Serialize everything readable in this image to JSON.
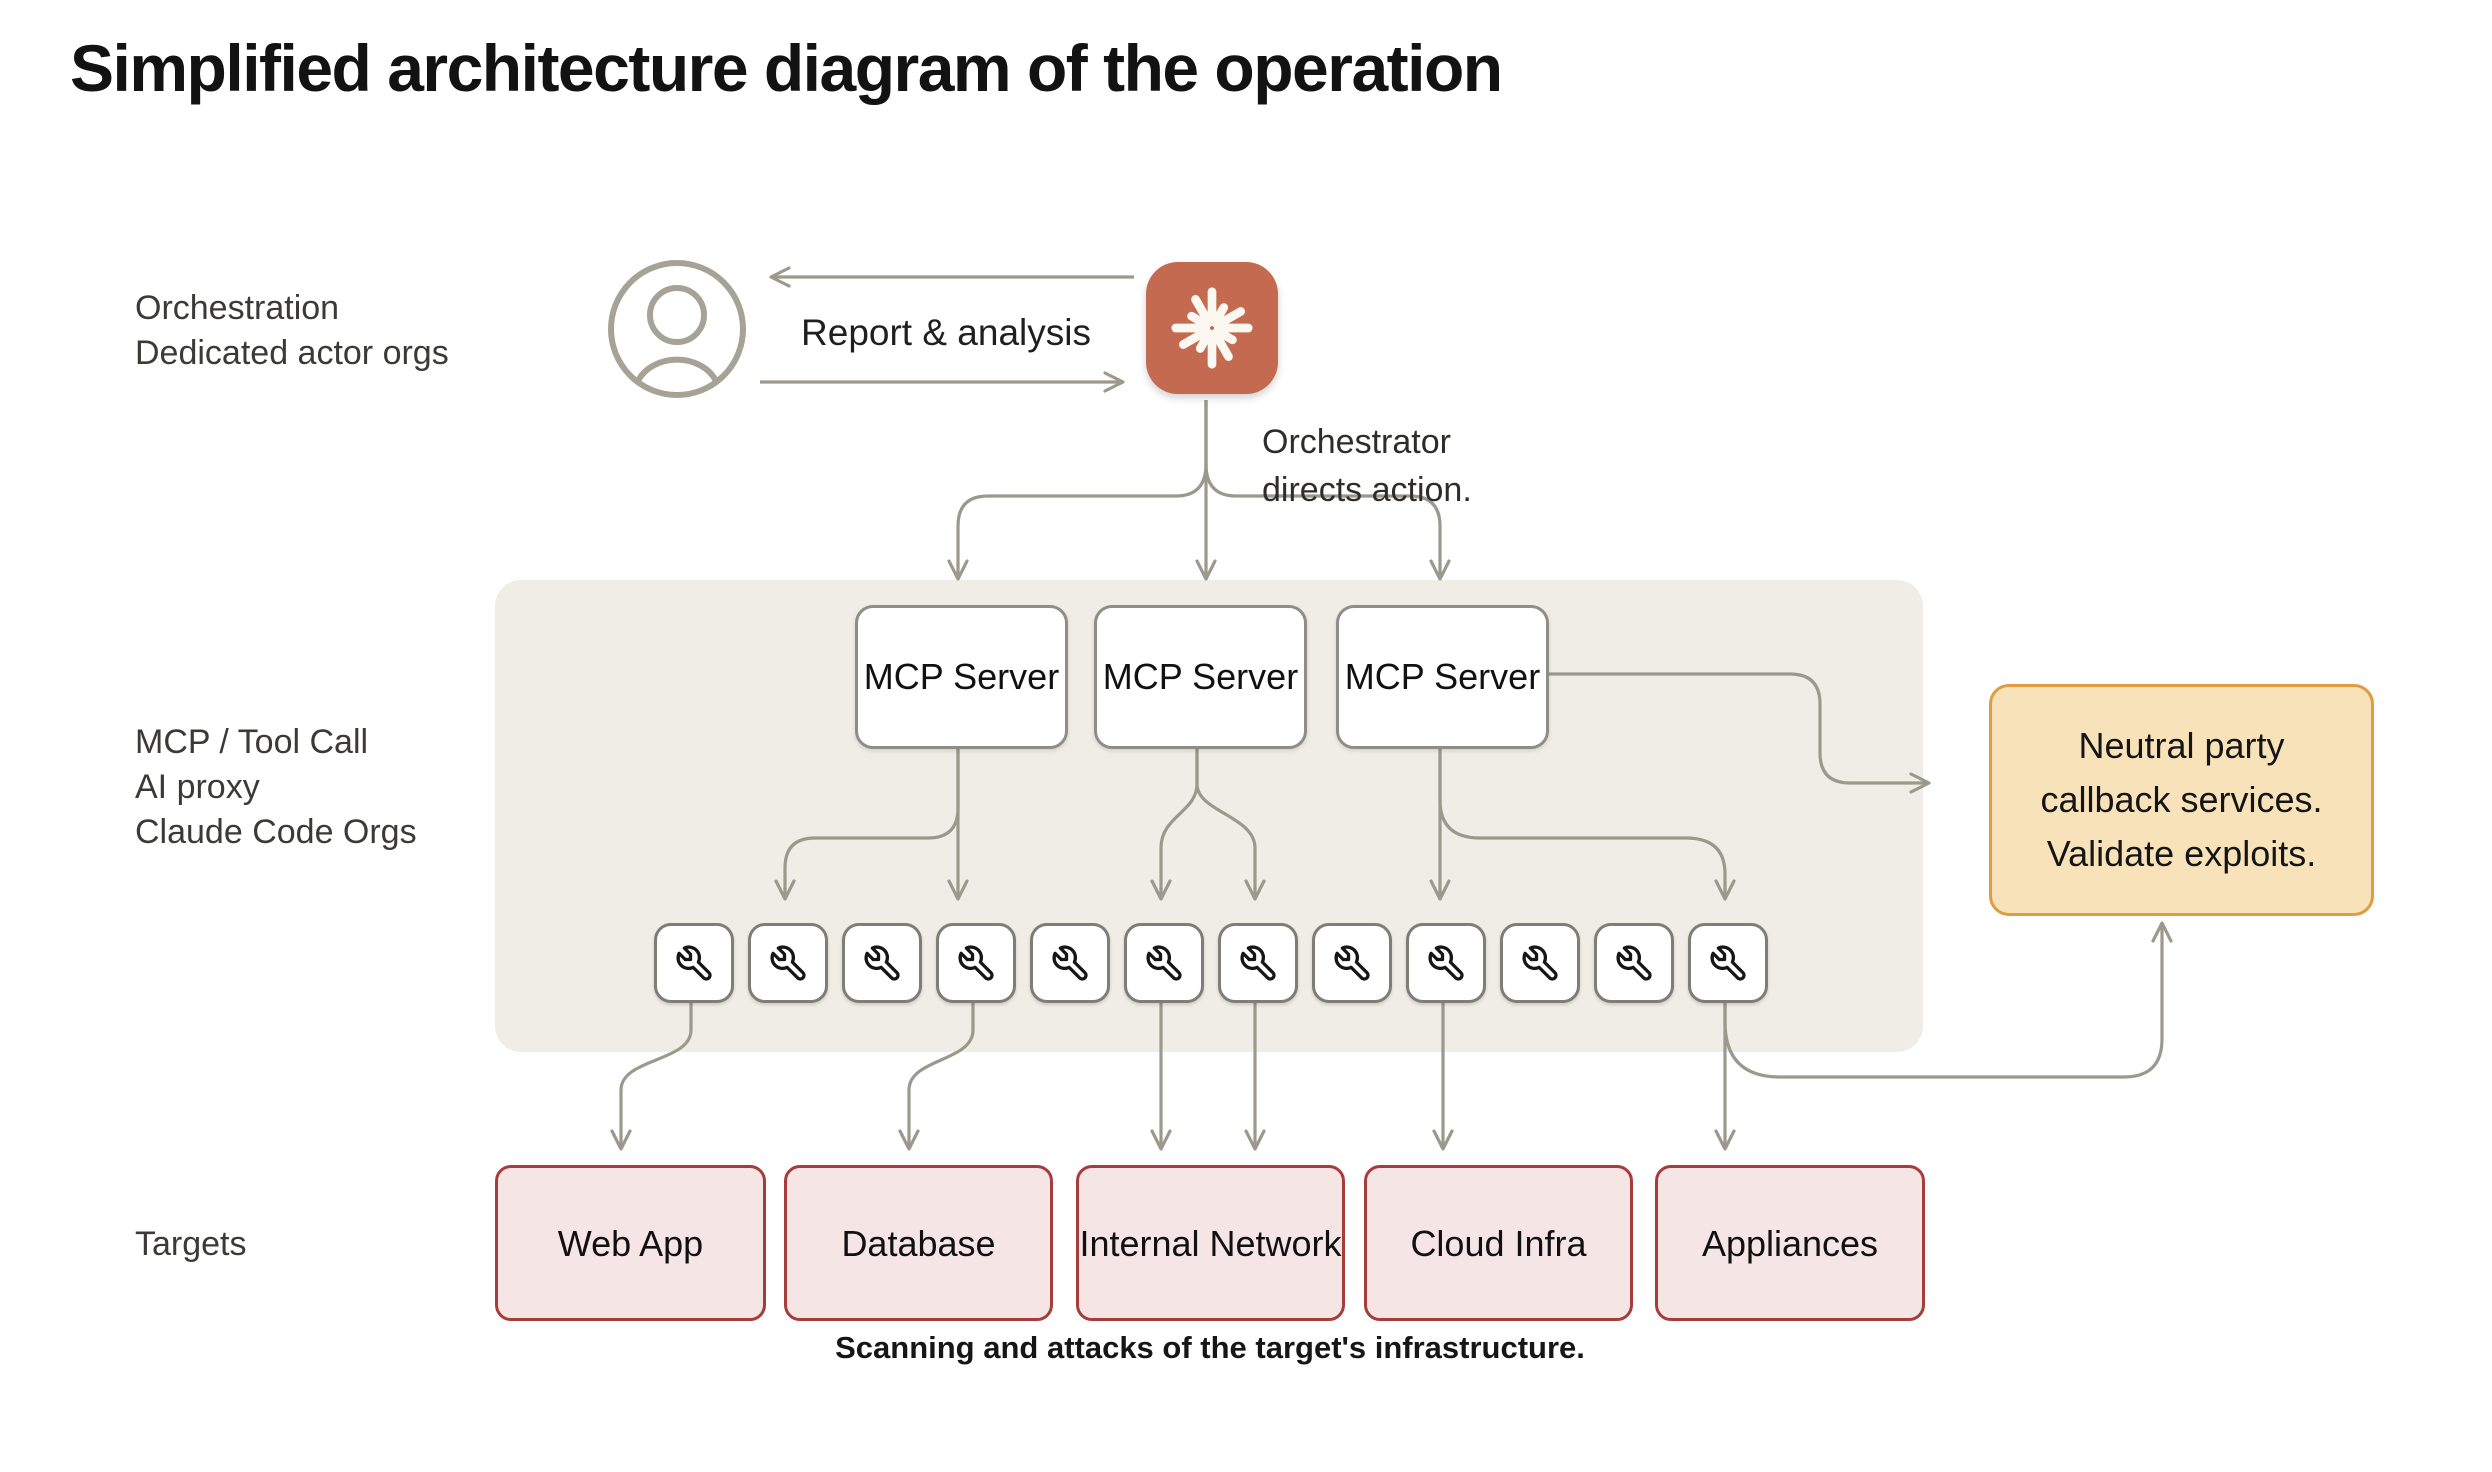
{
  "title": "Simplified architecture diagram of the operation",
  "side_labels": {
    "orchestration": {
      "line1": "Orchestration",
      "line2": "Dedicated actor orgs"
    },
    "mcp_layer": {
      "line1": "MCP / Tool Call",
      "line2": "AI proxy",
      "line3": "Claude Code Orgs"
    },
    "targets": "Targets"
  },
  "orchestration": {
    "report_arrow_label": "Report & analysis",
    "directs_action": {
      "line1": "Orchestrator",
      "line2": "directs action."
    }
  },
  "mcp_servers": [
    {
      "label": "MCP Server"
    },
    {
      "label": "MCP Server"
    },
    {
      "label": "MCP Server"
    }
  ],
  "tools": {
    "count": 12,
    "icon": "wrench-icon"
  },
  "targets": [
    {
      "label": "Web App"
    },
    {
      "label": "Database"
    },
    {
      "label": "Internal Network"
    },
    {
      "label": "Cloud Infra"
    },
    {
      "label": "Appliances"
    }
  ],
  "neutral_box": {
    "line1": "Neutral party",
    "line2": "callback services.",
    "line3": "Validate exploits."
  },
  "caption": "Scanning and attacks of the target's infrastructure.",
  "icons": {
    "person": "person-in-circle-icon",
    "orchestrator": "claude-starburst-icon",
    "tool": "wrench-icon"
  },
  "colors": {
    "accent_orange": "#C46A50",
    "connector_gray": "#9C998C",
    "panel_gray": "#EFEDE6",
    "target_fill": "#F6E5E5",
    "target_border": "#A63C3C",
    "neutral_fill": "#F8E2B9",
    "neutral_border": "#E09C3F"
  }
}
